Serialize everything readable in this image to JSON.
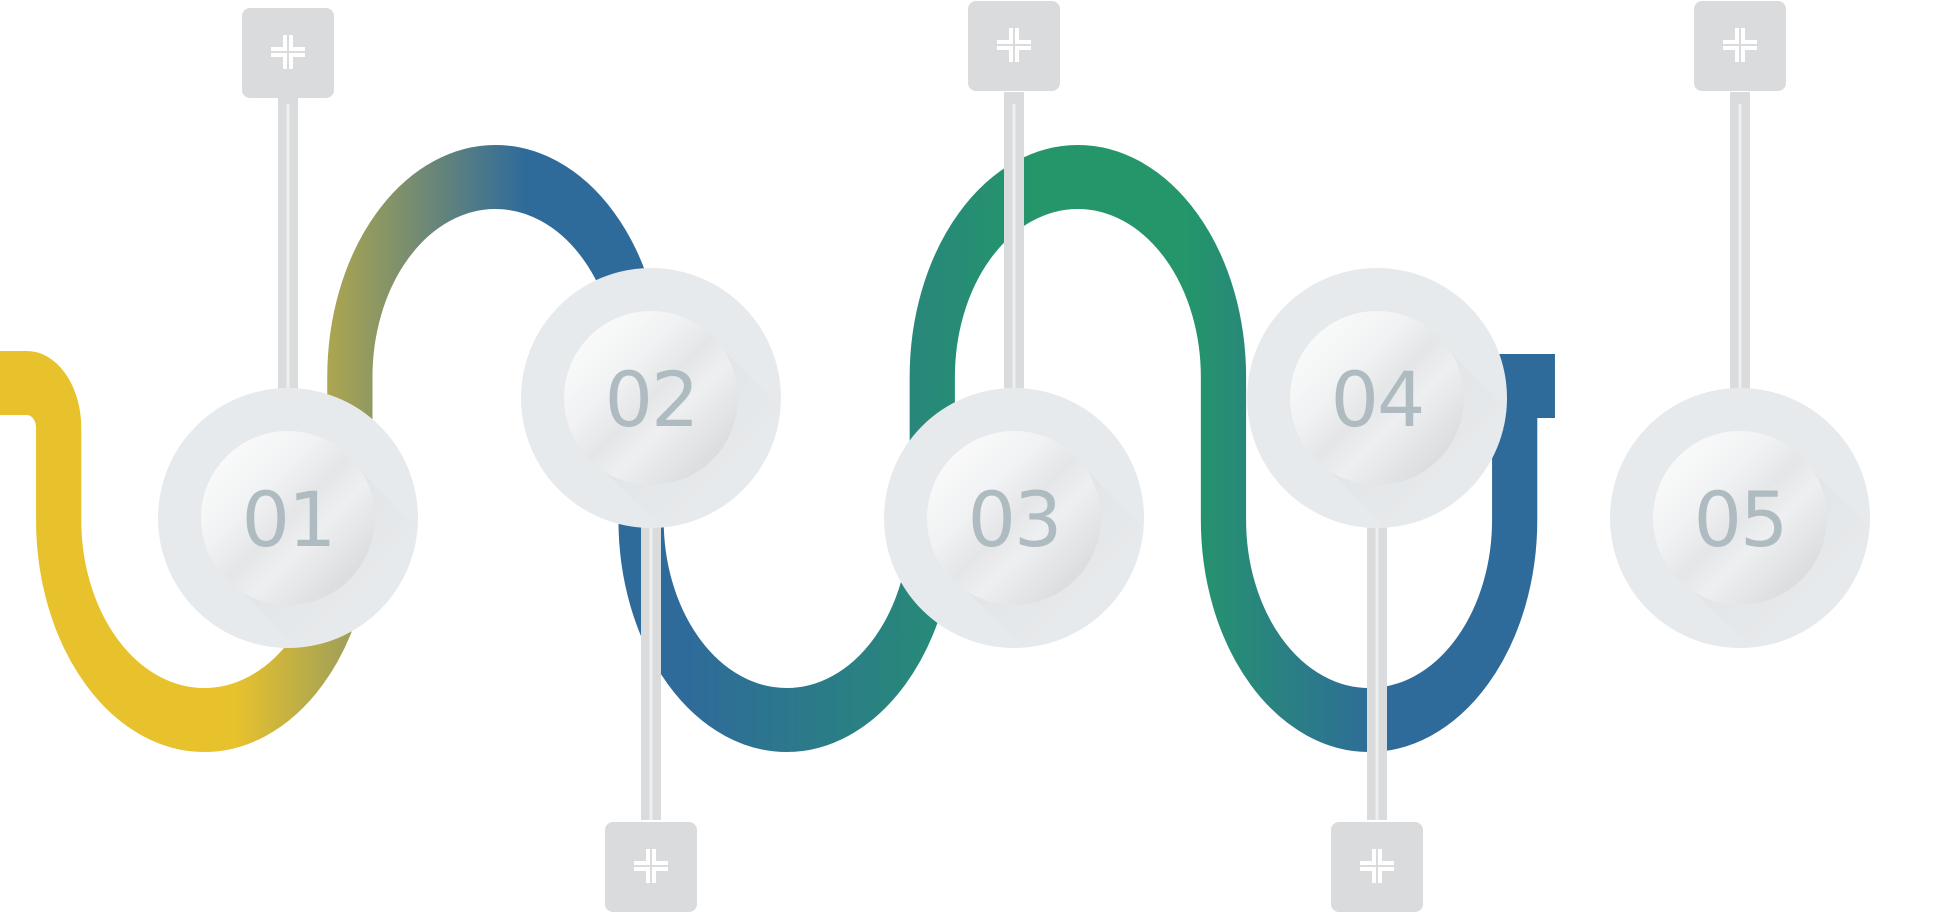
{
  "diagram": {
    "colors": {
      "yellow": "#E8C22D",
      "blue": "#2F6B9A",
      "green": "#24966A",
      "ring": "#E7EAEC",
      "pin": "#DADBDC",
      "number": "#AEBBC1",
      "plus": "#FFFFFF"
    },
    "steps": [
      {
        "number": "01",
        "pin_side": "top",
        "pin_icon": "plus-icon"
      },
      {
        "number": "02",
        "pin_side": "bottom",
        "pin_icon": "plus-icon"
      },
      {
        "number": "03",
        "pin_side": "top",
        "pin_icon": "plus-icon"
      },
      {
        "number": "04",
        "pin_side": "bottom",
        "pin_icon": "plus-icon"
      },
      {
        "number": "05",
        "pin_side": "top",
        "pin_icon": "plus-icon"
      }
    ]
  }
}
